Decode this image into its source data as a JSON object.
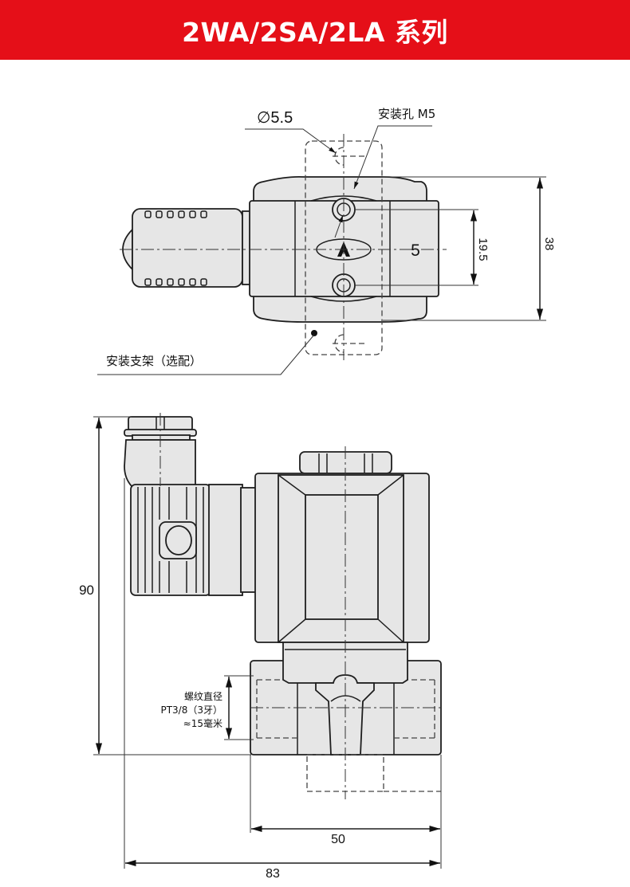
{
  "header": {
    "title": "2WA/2SA/2LA 系列",
    "color": "#e50f18"
  },
  "top_view": {
    "hole_diameter": "∅5.5",
    "mount_hole": "安装孔 M5",
    "port_label": "5",
    "hole_spacing": "19.5",
    "body_width": "38",
    "bracket_label": "安装支架（选配）"
  },
  "side_view": {
    "height": "90",
    "thread_title": "螺纹直径",
    "thread_spec": "PT3/8（3牙）",
    "thread_size": "≈15毫米",
    "body_length": "50",
    "total_length": "83"
  }
}
